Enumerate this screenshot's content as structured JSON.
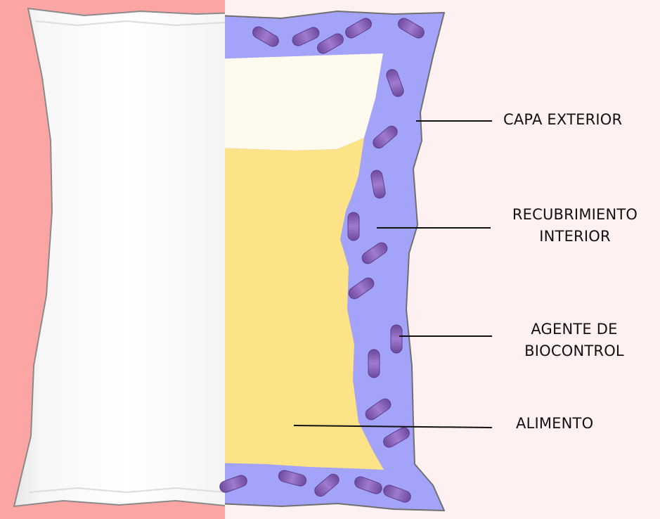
{
  "labels": {
    "capa_exterior": "CAPA EXTERIOR",
    "recubrimiento_line1": "RECUBRIMIENTO",
    "recubrimiento_line2": "INTERIOR",
    "agente_line1": "AGENTE DE",
    "agente_line2": "BIOCONTROL",
    "alimento": "ALIMENTO"
  },
  "colors": {
    "background": "#fff1f1",
    "left_panel": "#fca5a5",
    "bag_outer": "#ffffff",
    "inner_coating": "#a3a3f9",
    "food": "#fde388",
    "headspace": "#fefaed",
    "biocontrol_agent": "#8a62b6",
    "bag_outline": "#7a7a7a"
  }
}
